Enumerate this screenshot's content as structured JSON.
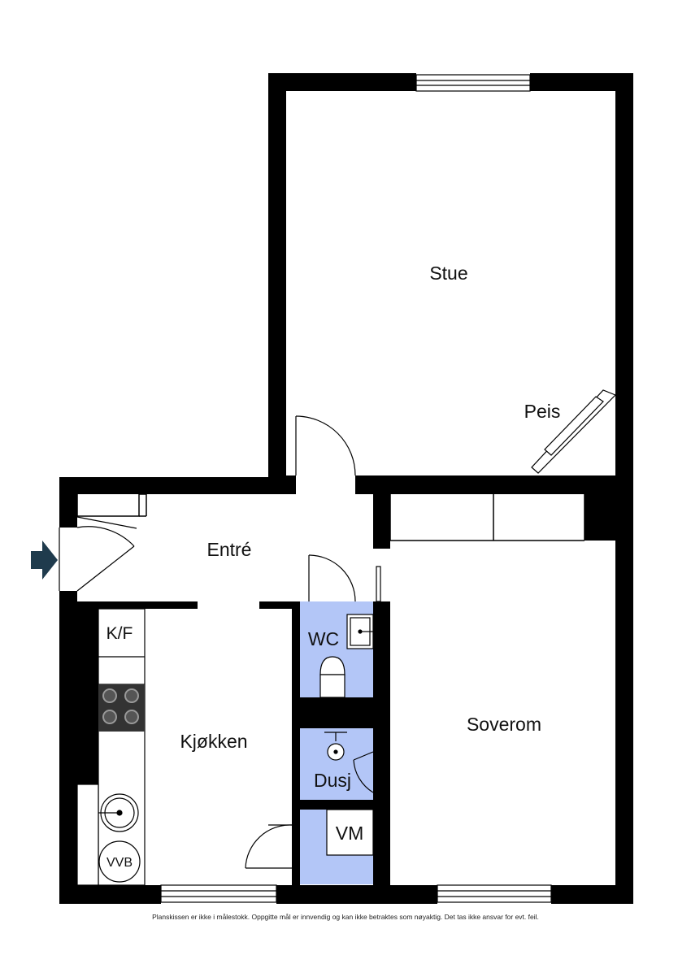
{
  "rooms": {
    "stue": "Stue",
    "peis": "Peis",
    "entre": "Entré",
    "wc": "WC",
    "kjokken": "Kjøkken",
    "dusj": "Dusj",
    "soverom": "Soverom",
    "vm": "VM"
  },
  "fixtures": {
    "kf": "K/F",
    "vvb": "VVB"
  },
  "disclaimer": "Planskissen er ikke i målestokk. Oppgitte mål er innvendig og kan ikke betraktes som nøyaktig. Det tas ikke ansvar for evt. feil.",
  "colors": {
    "wall": "#000000",
    "wet_room": "#b3c6f7",
    "entrance_arrow": "#1f3b4d"
  },
  "icons": {
    "entrance": "entrance-arrow-icon",
    "stove": "stove-icon",
    "sink": "sink-icon",
    "toilet": "toilet-icon",
    "shower": "shower-icon",
    "fireplace": "fireplace-icon"
  }
}
